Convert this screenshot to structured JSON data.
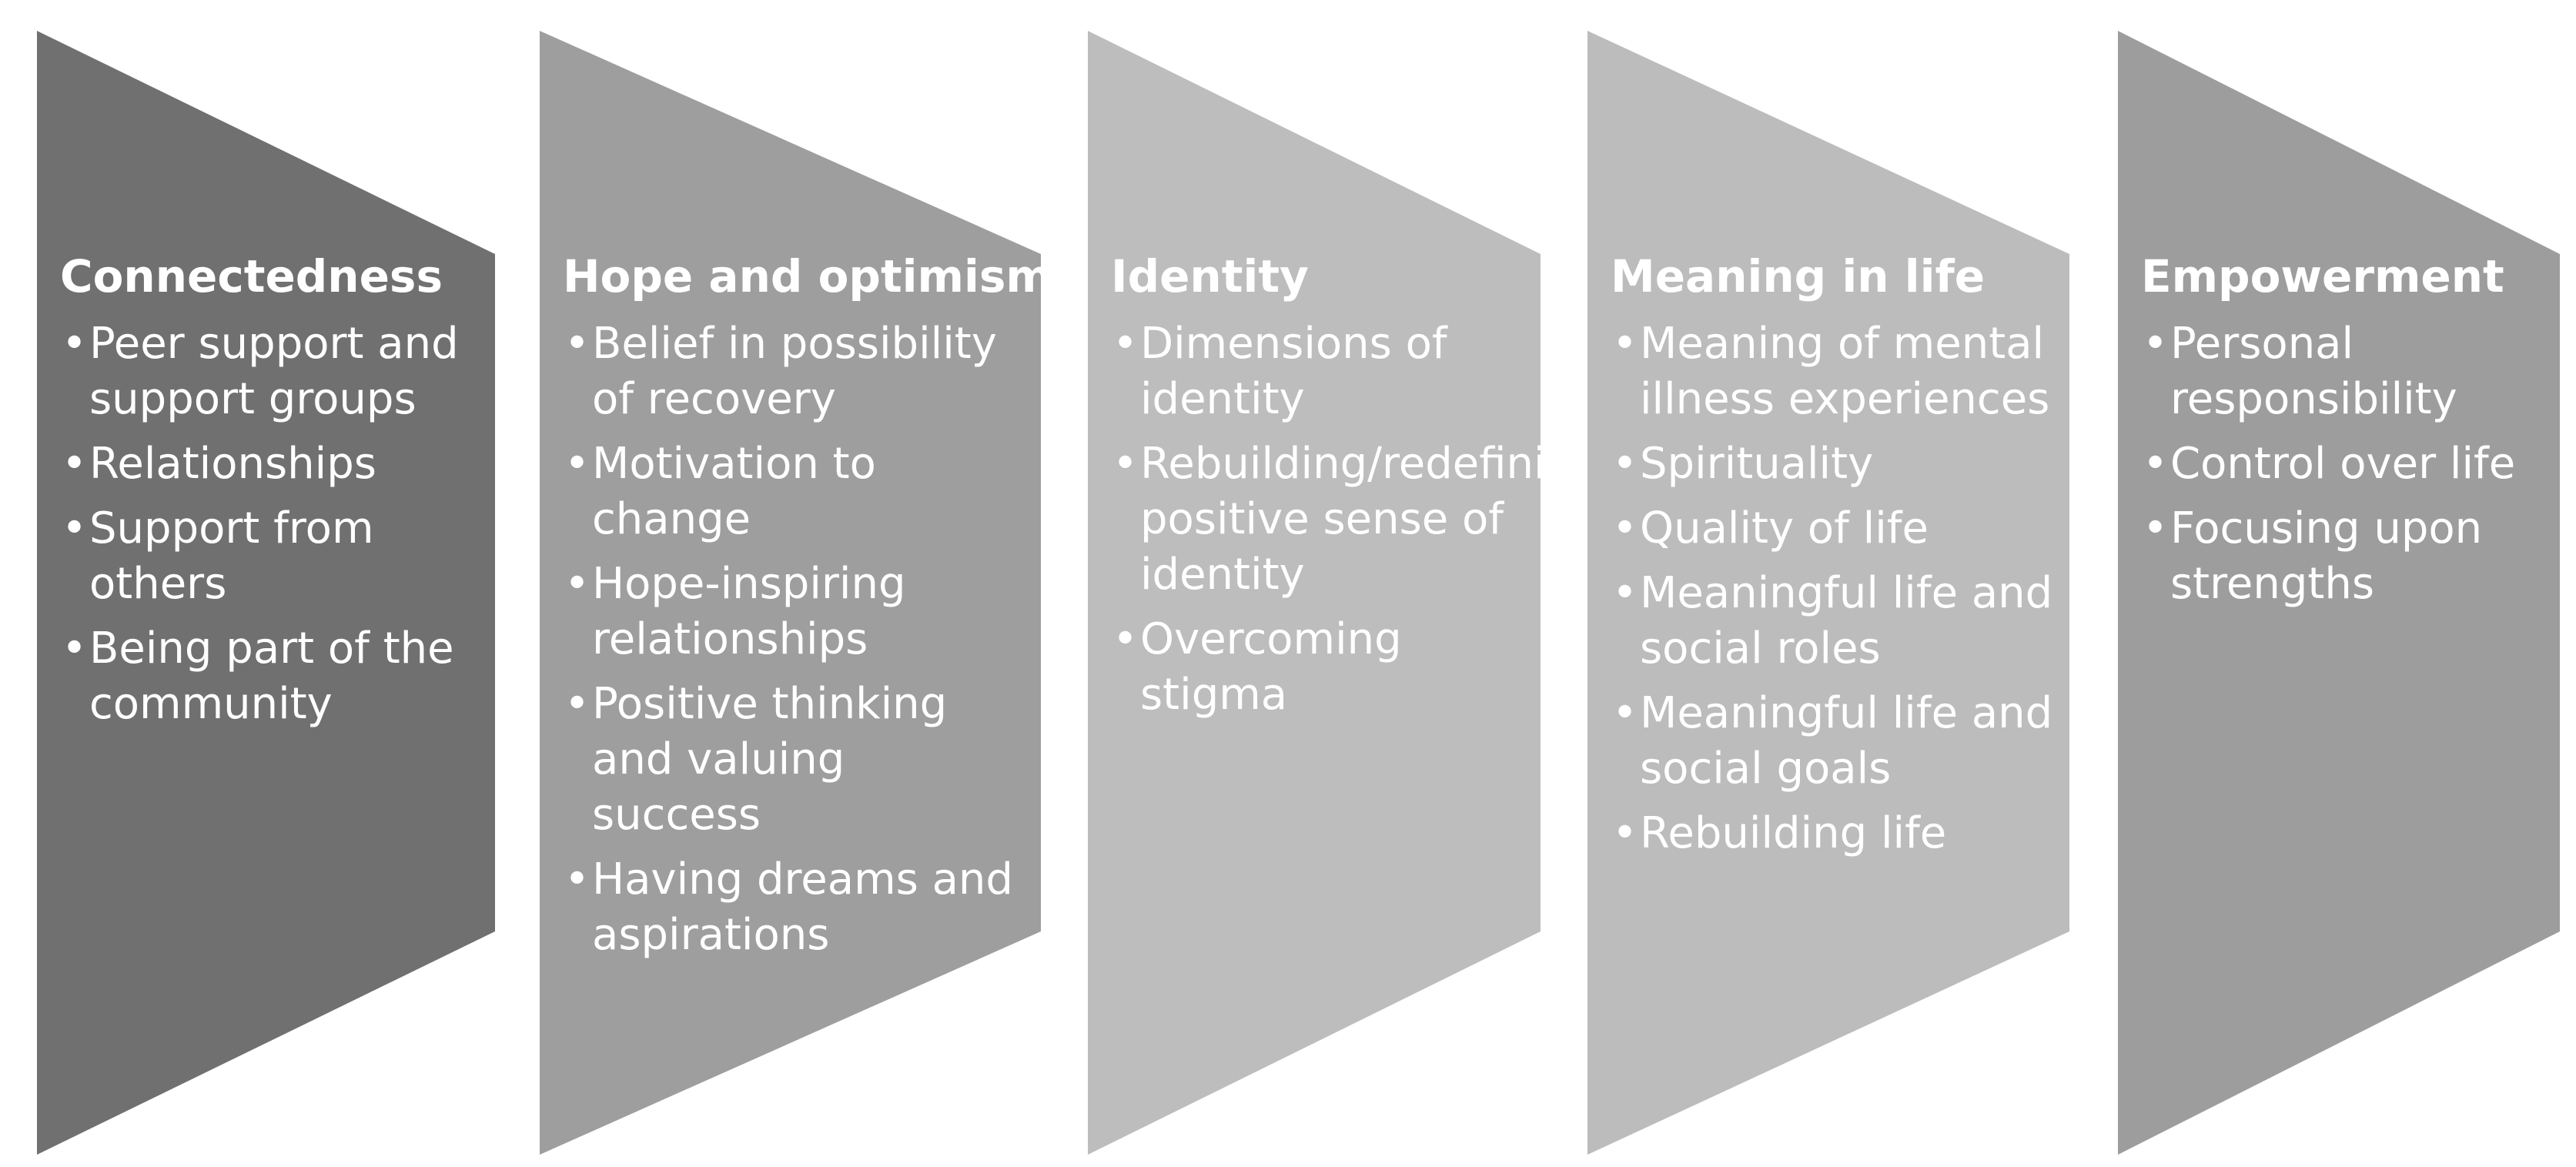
{
  "panels": [
    {
      "heading": "Connectedness",
      "items": [
        "Peer support and support groups",
        "Relationships",
        "Support from others",
        "Being part of the community"
      ]
    },
    {
      "heading": "Hope and optimism",
      "items": [
        "Belief in possibility of recovery",
        "Motivation to change",
        "Hope-inspiring relationships",
        "Positive thinking and valuing success",
        "Having dreams and aspirations"
      ]
    },
    {
      "heading": "Identity",
      "items": [
        "Dimensions of identity",
        "Rebuilding/redefining positive sense of identity",
        "Overcoming stigma"
      ]
    },
    {
      "heading": "Meaning in life",
      "items": [
        "Meaning of mental illness experiences",
        "Spirituality",
        "Quality of life",
        "Meaningful life and social roles",
        "Meaningful life and social goals",
        "Rebuilding life"
      ]
    },
    {
      "heading": "Empowerment",
      "items": [
        "Personal responsibility",
        "Control over life",
        "Focusing upon strengths"
      ]
    }
  ],
  "colors": {
    "text": "#ffffff",
    "panel_fills": [
      "#707070",
      "#9e9e9e",
      "#bdbdbd",
      "#bcbcbc",
      "#9d9d9d"
    ]
  },
  "bullet_glyph": "•"
}
